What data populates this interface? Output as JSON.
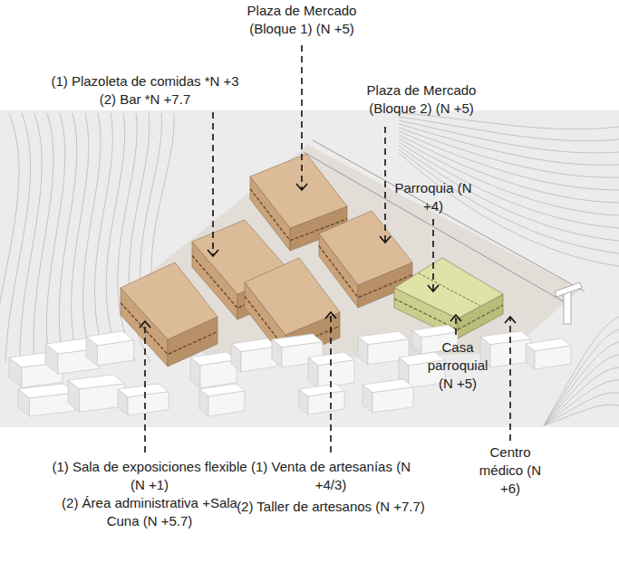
{
  "diagram": {
    "labels": [
      "Plaza de Mercado (Bloque 1) (N +5)",
      "(1) Plazoleta de comidas *N +3",
      "(2) Bar *N +7.7",
      "Plaza de Mercado (Bloque 2) (N +5)",
      "Parroquia (N +4)",
      "Casa parroquial (N +5)",
      "(1) Sala de exposiciones flexible (N +1)",
      "(2) Área administrativa +Sala Cuna (N +5.7)",
      "(1) Venta de artesanías (N +4/3)",
      "(2) Taller de artesanos (N +7.7)",
      "Centro médico (N +6)"
    ]
  }
}
